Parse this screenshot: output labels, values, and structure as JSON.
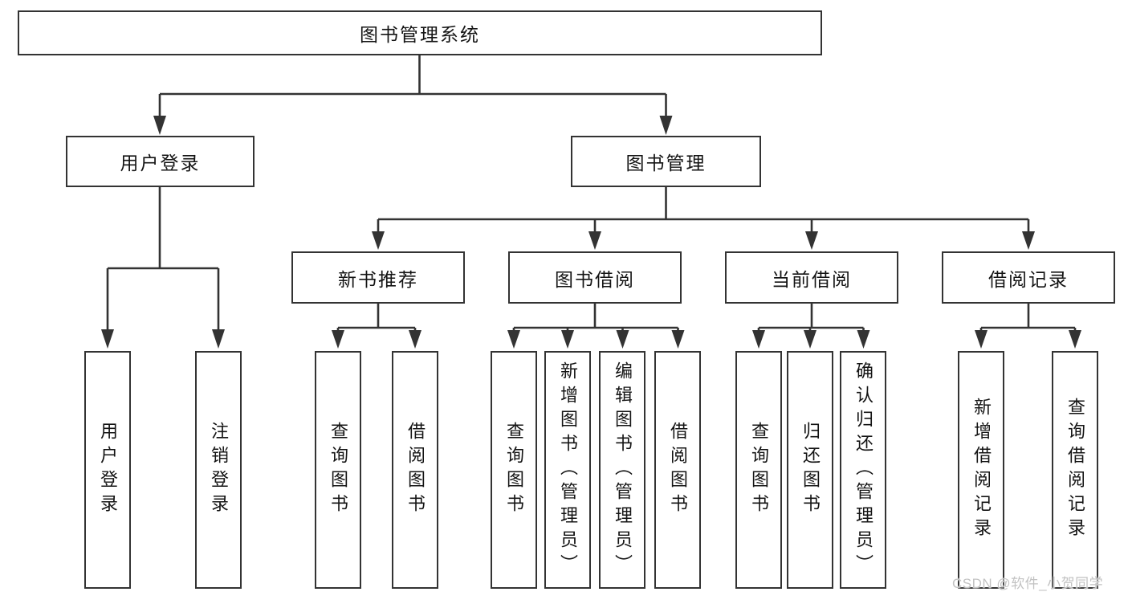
{
  "diagram": {
    "root": {
      "label": "图书管理系统",
      "children": [
        {
          "label": "用户登录",
          "children": [
            {
              "label": "用户登录"
            },
            {
              "label": "注销登录"
            }
          ]
        },
        {
          "label": "图书管理",
          "children": [
            {
              "label": "新书推荐",
              "children": [
                {
                  "label": "查询图书"
                },
                {
                  "label": "借阅图书"
                }
              ]
            },
            {
              "label": "图书借阅",
              "children": [
                {
                  "label": "查询图书"
                },
                {
                  "label": "新增图书（管理员）"
                },
                {
                  "label": "编辑图书（管理员）"
                },
                {
                  "label": "借阅图书"
                }
              ]
            },
            {
              "label": "当前借阅",
              "children": [
                {
                  "label": "查询图书"
                },
                {
                  "label": "归还图书"
                },
                {
                  "label": "确认归还（管理员）"
                }
              ]
            },
            {
              "label": "借阅记录",
              "children": [
                {
                  "label": "新增借阅记录"
                },
                {
                  "label": "查询借阅记录"
                }
              ]
            }
          ]
        }
      ]
    }
  },
  "watermark": {
    "text": "CSDN @软件_小贺同学"
  },
  "colors": {
    "line": "#333333",
    "text": "#141414",
    "watermark": "#c2c2c2",
    "background": "#ffffff"
  }
}
